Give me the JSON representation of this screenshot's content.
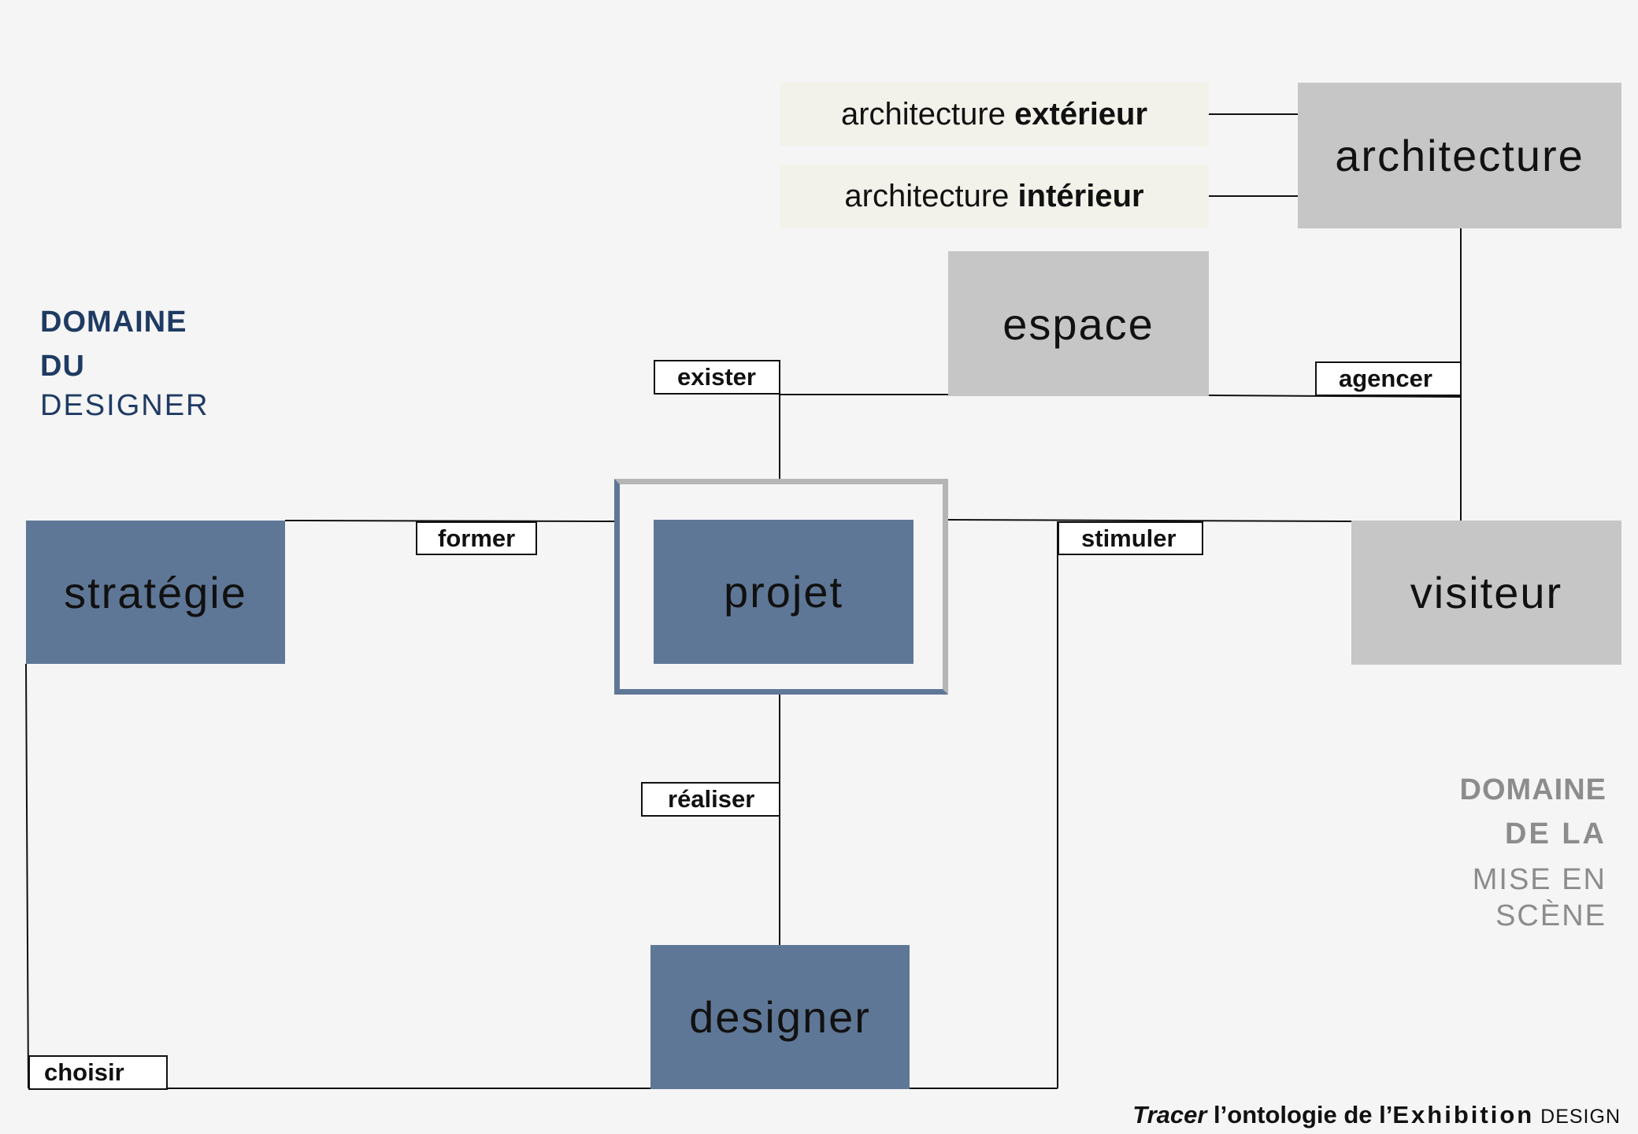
{
  "nodes": {
    "architecture_exterieur": {
      "prefix": "architecture ",
      "emph": "extérieur"
    },
    "architecture_interieur": {
      "prefix": "architecture ",
      "emph": "intérieur"
    },
    "architecture": "architecture",
    "espace": "espace",
    "strategie": "stratégie",
    "projet": "projet",
    "visiteur": "visiteur",
    "designer": "designer"
  },
  "relations": {
    "exister": "exister",
    "agencer": "agencer",
    "former": "former",
    "stimuler": "stimuler",
    "realiser": "réaliser",
    "choisir": "choisir"
  },
  "domains": {
    "designer": {
      "line1": "DOMAINE",
      "line2": "DU",
      "line3": "DESIGNER"
    },
    "mise_en_scene": {
      "line1": "DOMAINE",
      "line2": "DE LA",
      "line3": "MISE EN",
      "line4": "SCÈNE"
    }
  },
  "footer": {
    "italic": "Tracer",
    "text": " l’ontologie de l’",
    "spaced": "Exhibition",
    "small": " DESIGN"
  },
  "colors": {
    "designer_blue": "#5f7796",
    "scenography_gray": "#c6c6c6",
    "cream": "#f2f2ea",
    "domain_left": "#1f3b63",
    "domain_right": "#8c8c8c"
  }
}
